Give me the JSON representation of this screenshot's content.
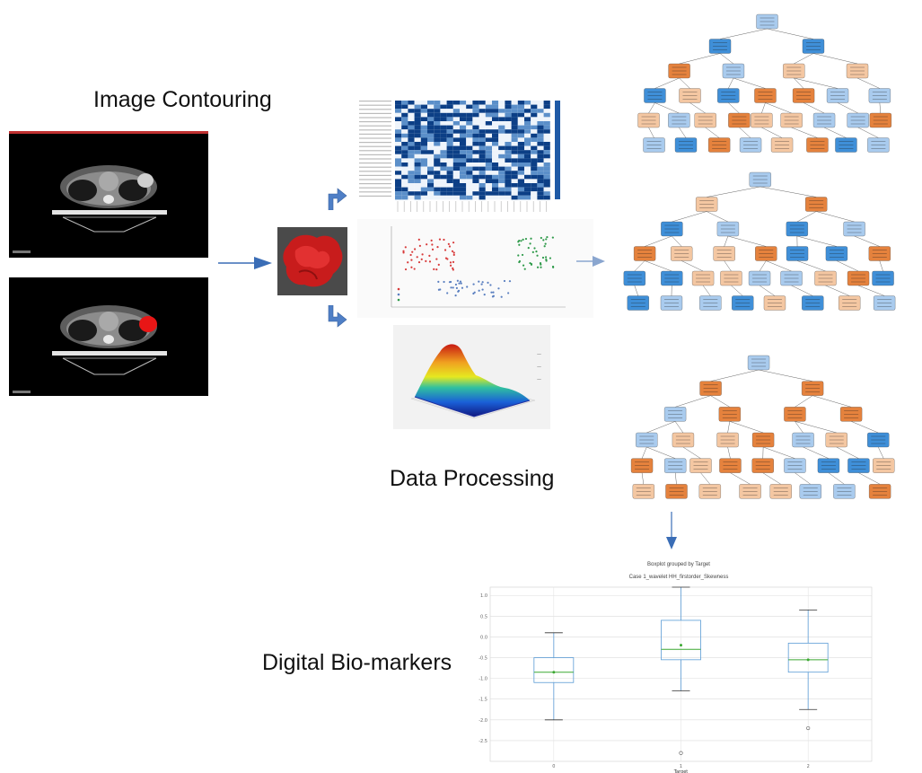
{
  "titles": {
    "image_contouring": "Image Contouring",
    "data_processing": "Data Processing",
    "digital_biomarkers": "Digital Bio-markers"
  },
  "colors": {
    "arrow": "#3a6db6",
    "tumor": "#d42020",
    "tree_blue": "#3f8fd8",
    "tree_orange": "#e5823d",
    "tree_light_blue": "#a9cbee",
    "tree_light_orange": "#f4c7a2",
    "heatmap_dark": "#0c3f86",
    "box_blue": "#5a9bd5",
    "median_green": "#3ca832"
  },
  "icons": {
    "flow_arrow": "right-arrow-icon",
    "up_turn_arrow": "turn-up-arrow-icon",
    "down_turn_arrow": "turn-down-arrow-icon"
  },
  "boxplot": {
    "suptitle": "Boxplot grouped by Target",
    "title": "Case 1_wavelet HH_firstorder_Skewness",
    "xlabel": "Target",
    "categories": [
      "0",
      "1",
      "2"
    ],
    "yticks": [
      "1.0",
      "0.5",
      "0.0",
      "-0.5",
      "-1.0",
      "-1.5",
      "-2.0",
      "-2.5"
    ]
  },
  "chart_data": {
    "type": "box",
    "title": "Case 1_wavelet HH_firstorder_Skewness",
    "suptitle": "Boxplot grouped by Target",
    "xlabel": "Target",
    "ylabel": "",
    "categories": [
      "0",
      "1",
      "2"
    ],
    "ylim": [
      -3.0,
      1.2
    ],
    "series": [
      {
        "category": "0",
        "whisker_low": -2.0,
        "q1": -1.1,
        "median": -0.85,
        "q3": -0.5,
        "whisker_high": 0.1,
        "mean": -0.85,
        "outliers": []
      },
      {
        "category": "1",
        "whisker_low": -1.3,
        "q1": -0.55,
        "median": -0.3,
        "q3": 0.4,
        "whisker_high": 1.2,
        "mean": -0.2,
        "outliers": [
          -2.8
        ]
      },
      {
        "category": "2",
        "whisker_low": -1.75,
        "q1": -0.85,
        "median": -0.55,
        "q3": -0.15,
        "whisker_high": 0.65,
        "mean": -0.55,
        "outliers": [
          -2.2
        ]
      }
    ],
    "grid": true
  }
}
